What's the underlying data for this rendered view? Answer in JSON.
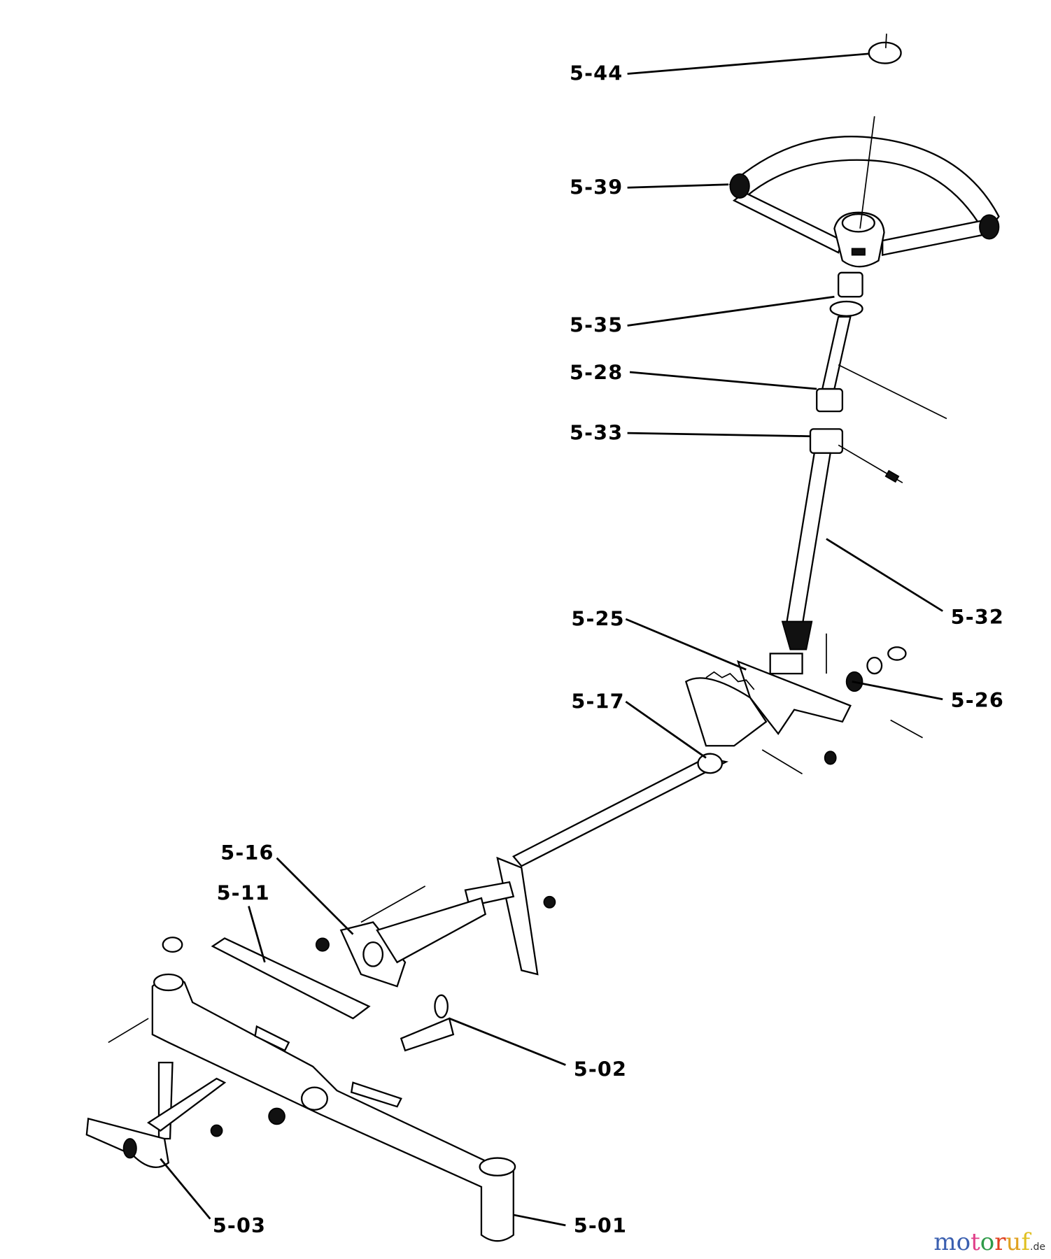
{
  "labels": {
    "p544": "5-44",
    "p539": "5-39",
    "p535": "5-35",
    "p528": "5-28",
    "p533": "5-33",
    "p532": "5-32",
    "p525": "5-25",
    "p517": "5-17",
    "p526": "5-26",
    "p516": "5-16",
    "p511": "5-11",
    "p502": "5-02",
    "p503": "5-03",
    "p501": "5-01"
  },
  "watermark": {
    "main": "motoruf",
    "suffix": ".de",
    "letters": [
      "m",
      "o",
      "t",
      "o",
      "r",
      "u",
      "f"
    ],
    "colors": [
      "#3a5fb0",
      "#3a5fb0",
      "#e0408a",
      "#2e9a48",
      "#e04020",
      "#e0a020",
      "#e0c020"
    ]
  }
}
